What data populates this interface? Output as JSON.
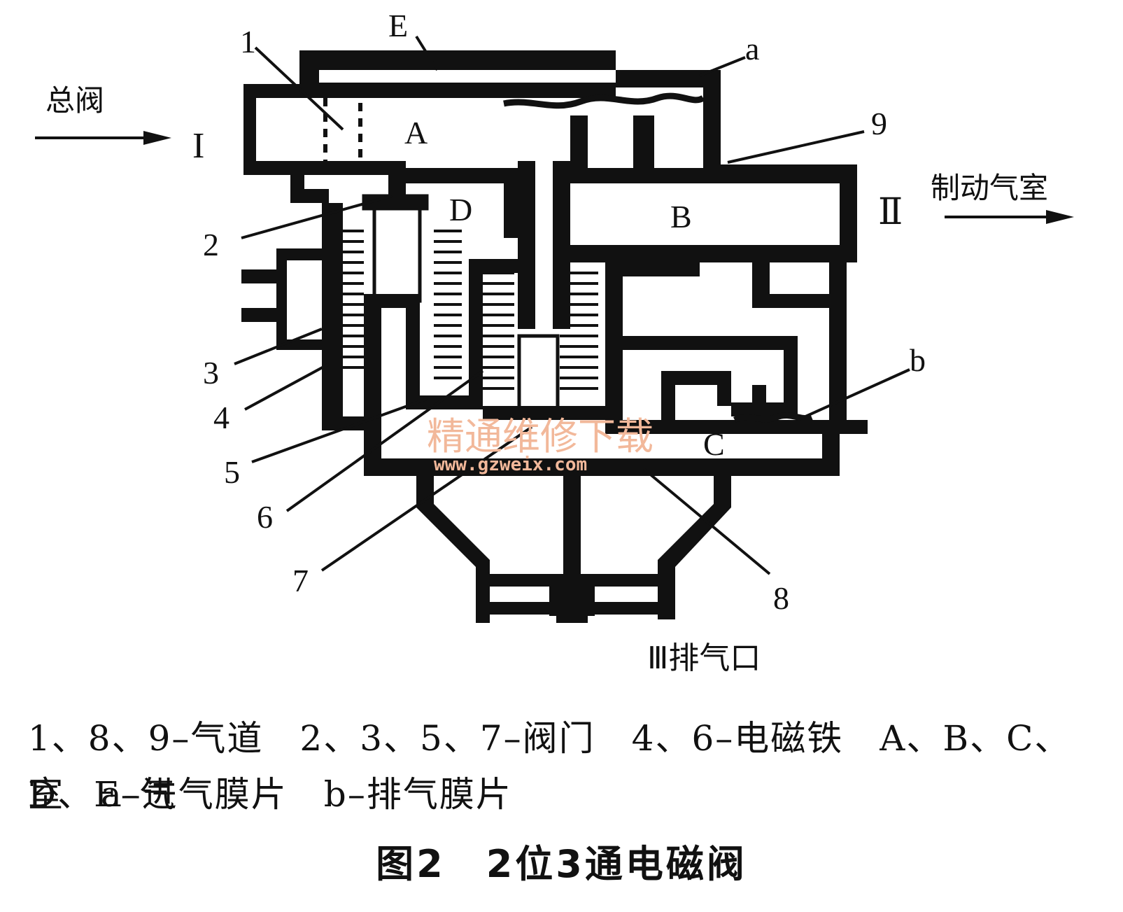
{
  "labels": {
    "part_1": "1",
    "chamber_E": "E",
    "diaphragm_a": "a",
    "port_I": "I",
    "chamber_A": "A",
    "part_9": "9",
    "port_II": "Ⅱ",
    "part_2": "2",
    "chamber_D": "D",
    "chamber_B": "B",
    "part_3": "3",
    "part_4": "4",
    "part_5": "5",
    "part_6": "6",
    "part_7": "7",
    "part_8": "8",
    "diaphragm_b": "b",
    "chamber_C": "C",
    "inlet_text": "总阀",
    "outlet_text": "制动气室",
    "exhaust_text": "Ⅲ排气口"
  },
  "watermark": {
    "text": "精通维修下载",
    "url": "www.gzweix.com"
  },
  "legend": {
    "line1": "1、8、9–气道　2、3、5、7–阀门　4、6–电磁铁　A、B、C、D、E–气",
    "line2": "室　a–进气膜片　b–排气膜片"
  },
  "caption": "图2　2位3通电磁阀"
}
